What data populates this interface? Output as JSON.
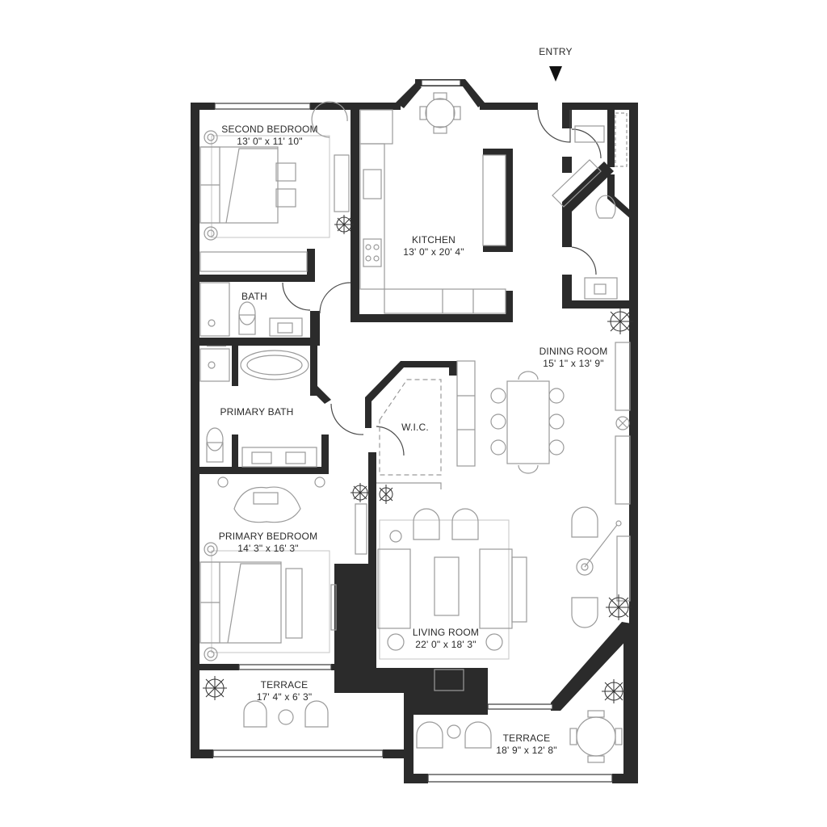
{
  "entry": {
    "label": "ENTRY"
  },
  "rooms": {
    "second_bedroom": {
      "name": "SECOND BEDROOM",
      "dims": "13' 0\" x 11' 10\""
    },
    "kitchen": {
      "name": "KITCHEN",
      "dims": "13' 0\" x 20' 4\""
    },
    "bath": {
      "name": "BATH"
    },
    "dining_room": {
      "name": "DINING ROOM",
      "dims": "15' 1\" x 13' 9\""
    },
    "primary_bath": {
      "name": "PRIMARY BATH"
    },
    "wic": {
      "name": "W.I.C."
    },
    "primary_bedroom": {
      "name": "PRIMARY BEDROOM",
      "dims": "14' 3\" x 16' 3\""
    },
    "living_room": {
      "name": "LIVING ROOM",
      "dims": "22' 0\" x 18' 3\""
    },
    "terrace_left": {
      "name": "TERRACE",
      "dims": "17' 4\" x 6' 3\""
    },
    "terrace_right": {
      "name": "TERRACE",
      "dims": "18' 9\" x 12' 8\""
    }
  },
  "colors": {
    "wall": "#2b2b2b",
    "furniture": "#9a9a9a",
    "background": "#ffffff"
  }
}
